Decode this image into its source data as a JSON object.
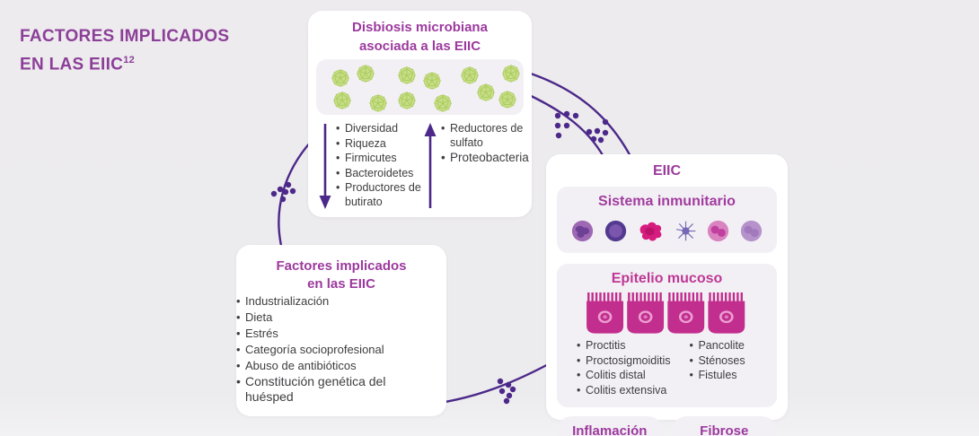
{
  "header": {
    "line1": "FACTORES IMPLICADOS",
    "line2": "EN LAS EIIC",
    "sup": "12"
  },
  "colors": {
    "heading_purple": "#8c3f98",
    "accent_purple": "#9c3a9e",
    "magenta": "#bf3795",
    "arrow_violet": "#4b2889",
    "bacteria_green": "#c6de85",
    "panel_gray": "#f2f0f4",
    "text_dark": "#3e3d40",
    "background": "#edebee"
  },
  "disbiosis": {
    "title_line1": "Disbiosis microbiana",
    "title_line2": "asociada a las EIIC",
    "bacteria_icon": "bacteria-microbe",
    "decreased": {
      "direction": "down",
      "items": [
        "Diversidad",
        "Riqueza",
        "Firmicutes",
        "Bacteroidetes",
        "Productores de butirato"
      ]
    },
    "increased": {
      "direction": "up",
      "items": [
        "Reductores de sulfato",
        "Proteobacteria"
      ]
    }
  },
  "factores": {
    "title_line1": "Factores implicados",
    "title_line2": "en las EIIC",
    "items": [
      "Industrialización",
      "Dieta",
      "Estrés",
      "Categoría socioprofesional",
      "Abuso de antibióticos",
      "Constitución genética del huésped"
    ]
  },
  "eiic": {
    "title": "EIIC",
    "immune": {
      "title": "Sistema inmunitario",
      "cell_icons": [
        "neutrophil-cell",
        "lymphocyte-cell",
        "macrophage-cell",
        "dendritic-cell",
        "eosinophil-cell",
        "monocyte-cell"
      ]
    },
    "mucosa": {
      "title": "Epitelio mucoso",
      "icon": "mucosal-epithelium",
      "col1": [
        "Proctitis",
        "Proctosigmoiditis",
        "Colitis distal",
        "Colitis extensiva"
      ],
      "col2": [
        "Pancolite",
        "Sténoses",
        "Fistules"
      ]
    },
    "badges": [
      "Inflamación",
      "Fibrose"
    ]
  },
  "connections": {
    "dot_cluster_icon": "metabolite-dot-cluster"
  }
}
